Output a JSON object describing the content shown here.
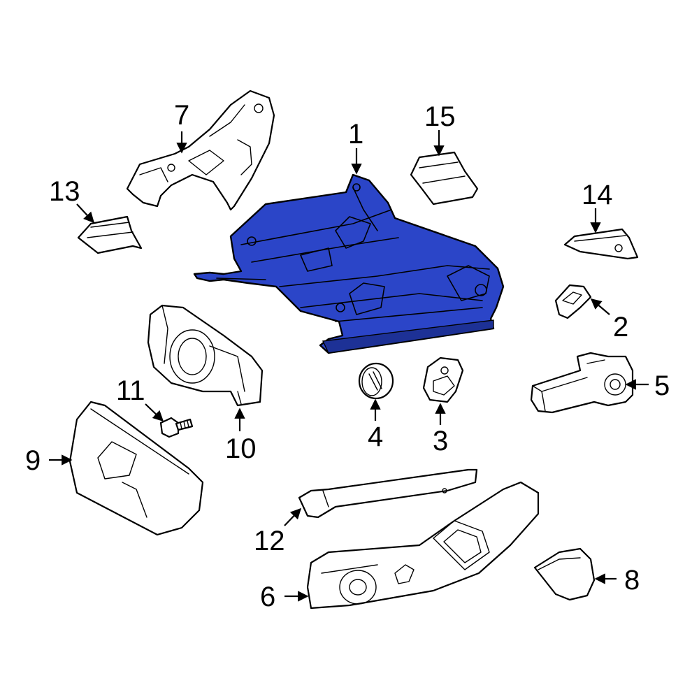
{
  "diagram": {
    "highlight_color": "#2b45c8",
    "callouts": [
      {
        "id": "1",
        "label": "1"
      },
      {
        "id": "2",
        "label": "2"
      },
      {
        "id": "3",
        "label": "3"
      },
      {
        "id": "4",
        "label": "4"
      },
      {
        "id": "5",
        "label": "5"
      },
      {
        "id": "6",
        "label": "6"
      },
      {
        "id": "7",
        "label": "7"
      },
      {
        "id": "8",
        "label": "8"
      },
      {
        "id": "9",
        "label": "9"
      },
      {
        "id": "10",
        "label": "10"
      },
      {
        "id": "11",
        "label": "11"
      },
      {
        "id": "12",
        "label": "12"
      },
      {
        "id": "13",
        "label": "13"
      },
      {
        "id": "14",
        "label": "14"
      },
      {
        "id": "15",
        "label": "15"
      }
    ]
  }
}
